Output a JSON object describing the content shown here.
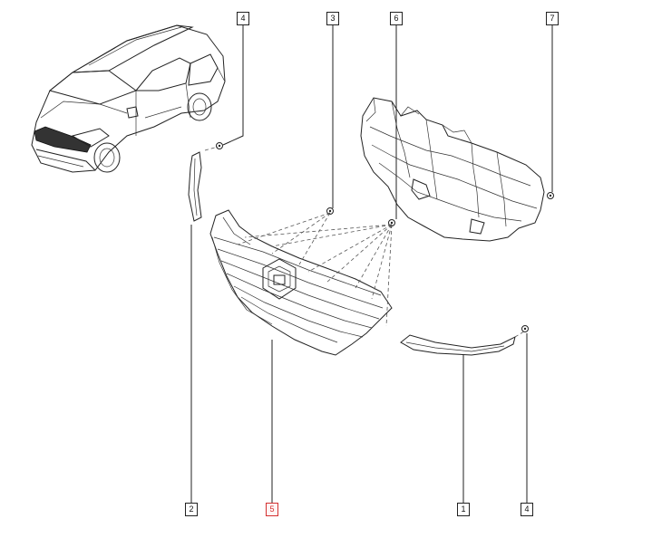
{
  "callouts": [
    {
      "id": "c4top",
      "label": "4"
    },
    {
      "id": "c3",
      "label": "3"
    },
    {
      "id": "c6",
      "label": "6"
    },
    {
      "id": "c7",
      "label": "7"
    },
    {
      "id": "c2",
      "label": "2"
    },
    {
      "id": "c5",
      "label": "5",
      "highlight": true
    },
    {
      "id": "c1",
      "label": "1"
    },
    {
      "id": "c4bot",
      "label": "4"
    }
  ],
  "colors": {
    "line": "#222222",
    "highlight": "#d43030",
    "background": "#ffffff"
  }
}
